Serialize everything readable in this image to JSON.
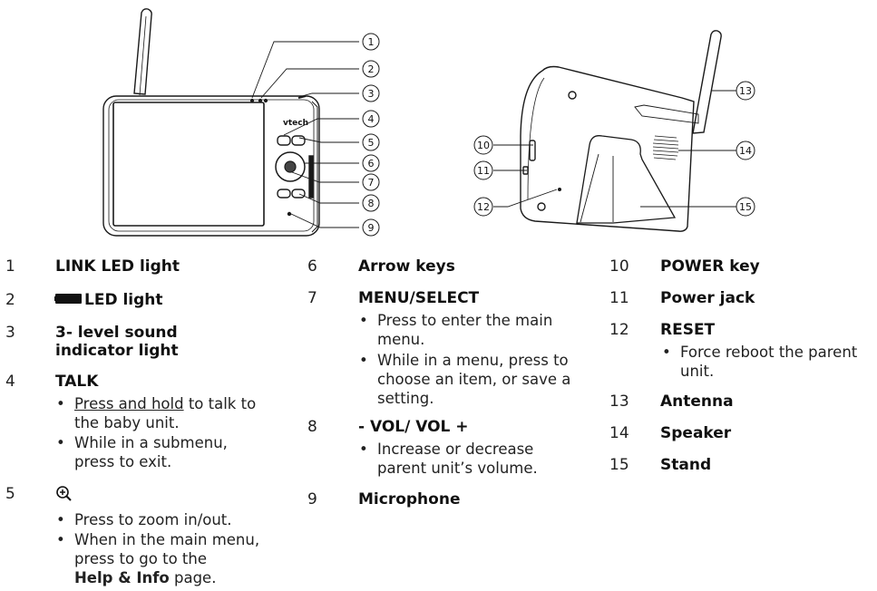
{
  "figure": {
    "front_callouts": [
      "1",
      "2",
      "3",
      "4",
      "5",
      "6",
      "7",
      "8",
      "9"
    ],
    "back_callouts": [
      "10",
      "11",
      "12",
      "13",
      "14",
      "15"
    ],
    "brand_mark": "vtech"
  },
  "legend": {
    "col1": [
      {
        "num": "1",
        "label": "LINK LED light"
      },
      {
        "num": "2",
        "label": "LED light"
      },
      {
        "num": "3",
        "label": "3- level sound indicator light"
      },
      {
        "num": "4",
        "label": "TALK",
        "bullets": [
          {
            "underlined": "Press and hold",
            "rest": " to talk to the baby unit."
          },
          {
            "text": "While in a submenu, press to exit."
          }
        ]
      },
      {
        "num": "5",
        "icon": "zoom-in-icon",
        "bullets": [
          {
            "text": "Press to zoom in/out."
          },
          {
            "text": "When in the main menu, press to go to the",
            "bold": "Help & Info",
            "after": " page."
          }
        ]
      }
    ],
    "col2": [
      {
        "num": "6",
        "label": "Arrow keys"
      },
      {
        "num": "7",
        "label": "MENU/SELECT",
        "bullets": [
          {
            "text": "Press to enter the main menu."
          },
          {
            "text": "While in a menu, press to choose an item, or save a setting."
          }
        ]
      },
      {
        "num": "8",
        "label": "- VOL/ VOL +",
        "bullets": [
          {
            "text": "Increase or decrease parent unit’s volume."
          }
        ]
      },
      {
        "num": "9",
        "label": "Microphone"
      }
    ],
    "col3": [
      {
        "num": "10",
        "label": "POWER key"
      },
      {
        "num": "11",
        "label": "Power jack"
      },
      {
        "num": "12",
        "label": "RESET",
        "bullets": [
          {
            "text": "Force reboot the parent unit."
          }
        ]
      },
      {
        "num": "13",
        "label": "Antenna"
      },
      {
        "num": "14",
        "label": "Speaker"
      },
      {
        "num": "15",
        "label": "Stand"
      }
    ]
  }
}
